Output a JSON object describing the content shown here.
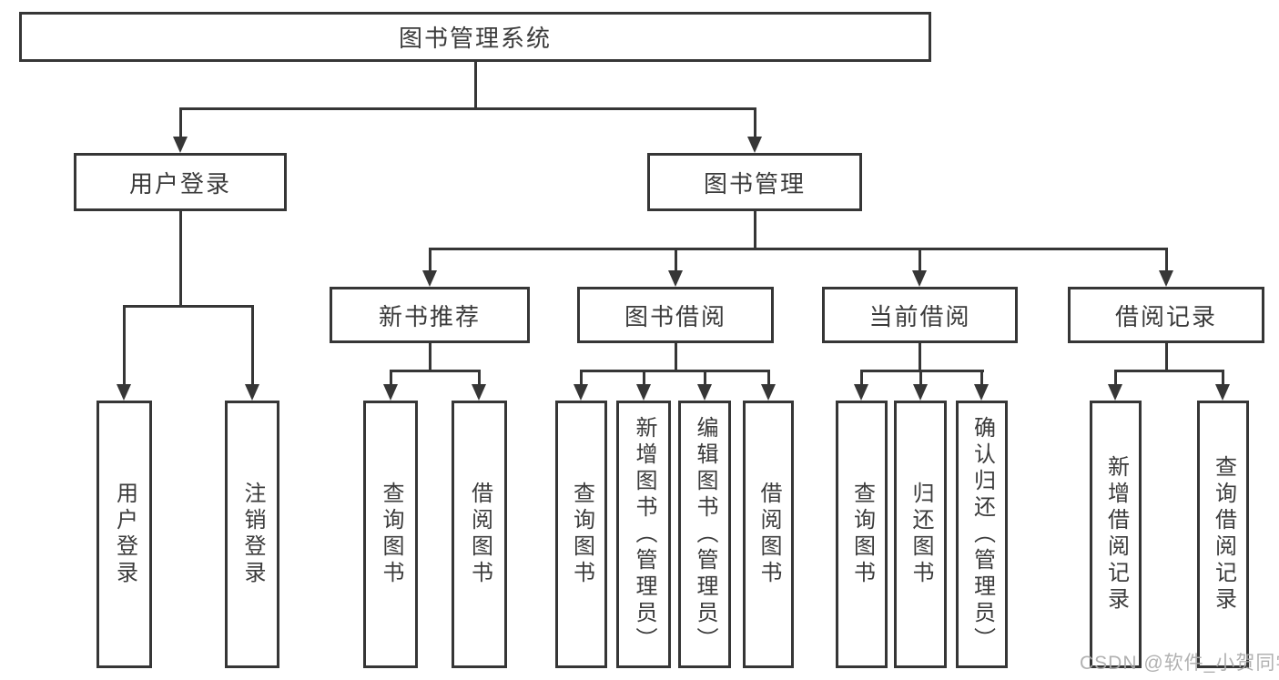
{
  "diagram": {
    "root": {
      "label": "图书管理系统"
    },
    "branches": [
      {
        "label": "用户登录",
        "children": [
          {
            "label": "用户登录"
          },
          {
            "label": "注销登录"
          }
        ]
      },
      {
        "label": "图书管理",
        "children": [
          {
            "label": "新书推荐",
            "children": [
              {
                "label": "查询图书"
              },
              {
                "label": "借阅图书"
              }
            ]
          },
          {
            "label": "图书借阅",
            "children": [
              {
                "label": "查询图书"
              },
              {
                "label": "新增图书（管理员）"
              },
              {
                "label": "编辑图书（管理员）"
              },
              {
                "label": "借阅图书"
              }
            ]
          },
          {
            "label": "当前借阅",
            "children": [
              {
                "label": "查询图书"
              },
              {
                "label": "归还图书"
              },
              {
                "label": "确认归还（管理员）"
              }
            ]
          },
          {
            "label": "借阅记录",
            "children": [
              {
                "label": "新增借阅记录"
              },
              {
                "label": "查询借阅记录"
              }
            ]
          }
        ]
      }
    ]
  },
  "watermark": {
    "text": "CSDN @软件_小贺同学"
  },
  "colors": {
    "line": "#363636",
    "text": "#3b3b3b",
    "watermark": "#ababab",
    "background": "#ffffff"
  }
}
